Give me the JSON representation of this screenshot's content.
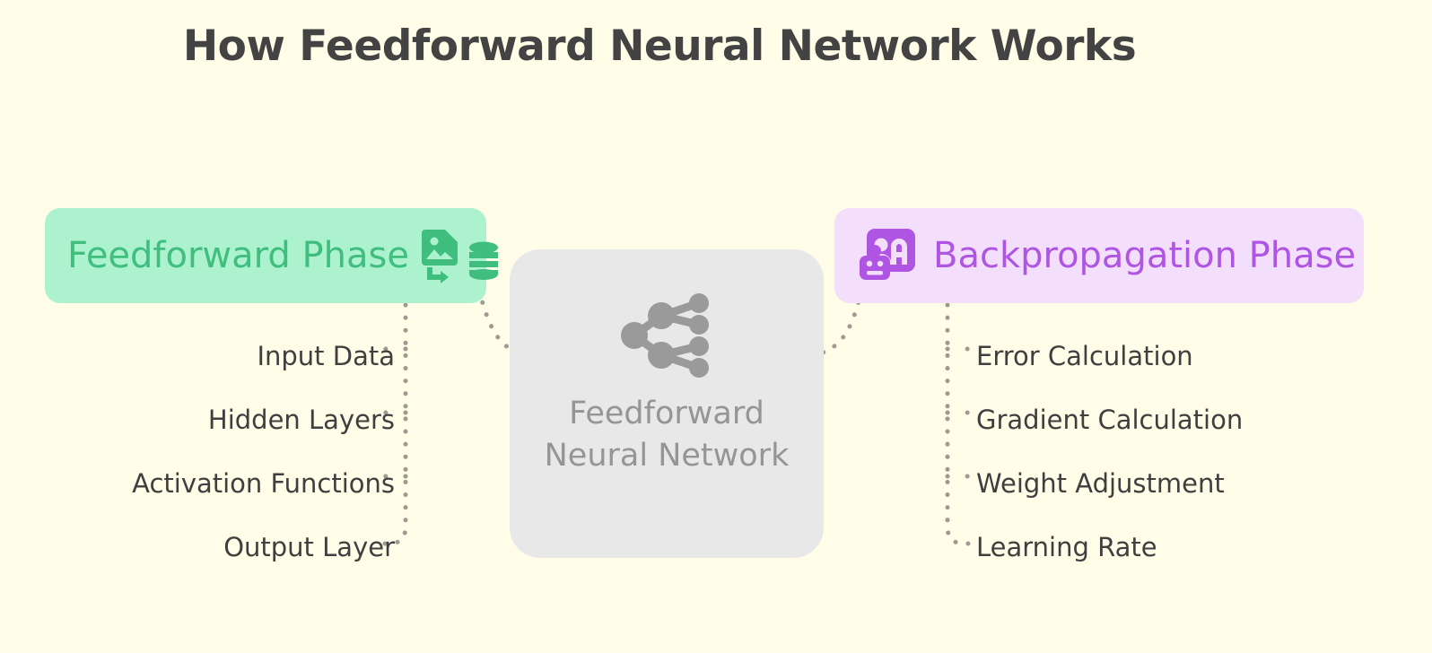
{
  "page": {
    "background_color": "#FFFDE7",
    "title": "How Feedforward Neural Network Works"
  },
  "center": {
    "icon": "network-share-icon",
    "label": "Feedforward Neural Network",
    "background_color": "#E8E8E8",
    "text_color": "#959595"
  },
  "branches": [
    {
      "id": "feedforward-phase",
      "heading": "Feedforward Phase",
      "heading_color": "#3FBE7E",
      "background_color": "#ADF2CF",
      "icons": [
        "image-file-icon",
        "database-icon"
      ],
      "side": "left",
      "items": [
        "Input Data",
        "Hidden Layers",
        "Activation Functions",
        "Output Layer"
      ]
    },
    {
      "id": "backpropagation-phase",
      "heading": "Backpropagation Phase",
      "heading_color": "#B055E3",
      "background_color": "#F3DFFC",
      "icons": [
        "translate-person-icon",
        "robot-icon"
      ],
      "side": "right",
      "items": [
        "Error Calculation",
        "Gradient Calculation",
        "Weight Adjustment",
        "Learning Rate"
      ]
    }
  ],
  "connectors": {
    "color": "#9B9B93",
    "style": "dotted"
  }
}
